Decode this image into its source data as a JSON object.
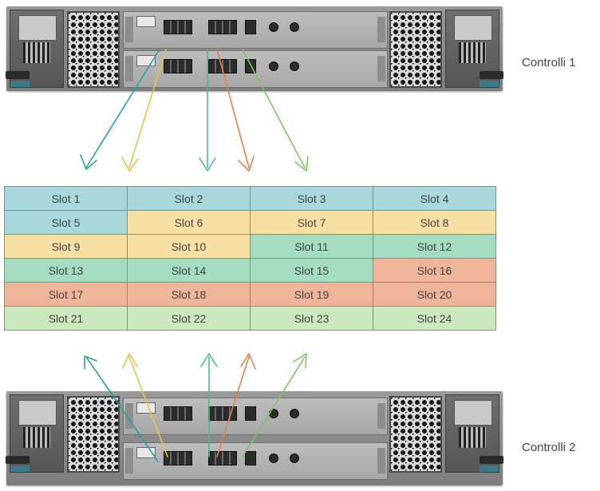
{
  "controllers": {
    "top_label": "Controlli 1",
    "bottom_label": "Controlli 2"
  },
  "colors": {
    "teal": "#2f9e9e",
    "yellow": "#e8c24c",
    "green": "#4dbb8e",
    "orange": "#e0814f",
    "lightgreen": "#7cc46a",
    "cell_blue": "#a9d8dc",
    "cell_yellow": "#f6dfa2",
    "cell_green": "#a4dcc2",
    "cell_orange": "#eeb59b",
    "cell_lightgreen": "#cbe8bf"
  },
  "slots": [
    [
      {
        "label": "Slot 1",
        "color": "cell_blue"
      },
      {
        "label": "Slot 2",
        "color": "cell_blue"
      },
      {
        "label": "Slot 3",
        "color": "cell_blue"
      },
      {
        "label": "Slot 4",
        "color": "cell_blue"
      }
    ],
    [
      {
        "label": "Slot 5",
        "color": "cell_blue"
      },
      {
        "label": "Slot 6",
        "color": "cell_yellow"
      },
      {
        "label": "Slot 7",
        "color": "cell_yellow"
      },
      {
        "label": "Slot 8",
        "color": "cell_yellow"
      }
    ],
    [
      {
        "label": "Slot 9",
        "color": "cell_yellow"
      },
      {
        "label": "Slot 10",
        "color": "cell_yellow"
      },
      {
        "label": "Slot 11",
        "color": "cell_green"
      },
      {
        "label": "Slot 12",
        "color": "cell_green"
      }
    ],
    [
      {
        "label": "Slot 13",
        "color": "cell_green"
      },
      {
        "label": "Slot 14",
        "color": "cell_green"
      },
      {
        "label": "Slot 15",
        "color": "cell_green"
      },
      {
        "label": "Slot 16",
        "color": "cell_orange"
      }
    ],
    [
      {
        "label": "Slot 17",
        "color": "cell_orange"
      },
      {
        "label": "Slot 18",
        "color": "cell_orange"
      },
      {
        "label": "Slot 19",
        "color": "cell_orange"
      },
      {
        "label": "Slot 20",
        "color": "cell_orange"
      }
    ],
    [
      {
        "label": "Slot 21",
        "color": "cell_lightgreen"
      },
      {
        "label": "Slot 22",
        "color": "cell_lightgreen"
      },
      {
        "label": "Slot 23",
        "color": "cell_lightgreen"
      },
      {
        "label": "Slot 24",
        "color": "cell_lightgreen"
      }
    ]
  ]
}
